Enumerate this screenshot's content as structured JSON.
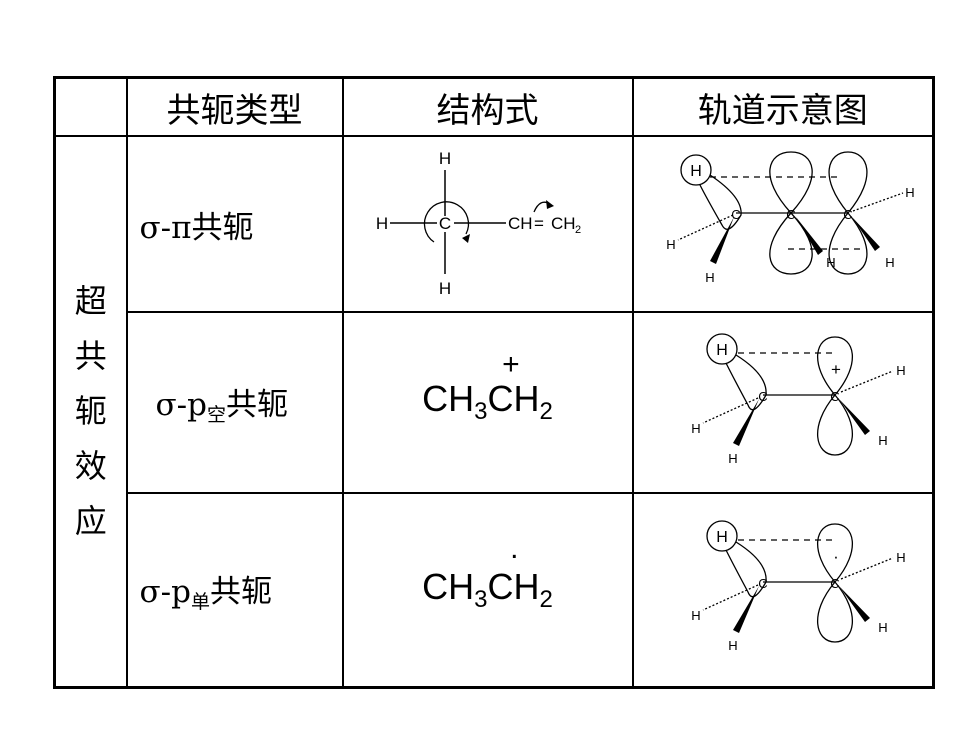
{
  "table": {
    "headers": [
      "共轭类型",
      "结构式",
      "轨道示意图"
    ],
    "side_label_chars": [
      "超",
      "共",
      "轭",
      "效",
      "应"
    ],
    "rows": [
      {
        "type_prefix": "σ-π",
        "type_sub": "",
        "type_suffix": "共轭",
        "structure": {
          "h_top": "H",
          "h_left": "H",
          "c": "C",
          "h_bottom": "H",
          "chain": "CH",
          "eq": "=",
          "ch2": "CH",
          "ch2_sub": "2"
        },
        "orbital_labels": [
          "H",
          "C",
          "C",
          "C",
          "H",
          "H",
          "H",
          "H",
          "H"
        ]
      },
      {
        "type_prefix": "σ-p",
        "type_sub": "空",
        "type_suffix": "共轭",
        "formula": {
          "a": "CH",
          "a_sub": "3",
          "b": "CH",
          "b_sub": "2",
          "mark": "+"
        },
        "orbital_labels": [
          "H",
          "C",
          "C",
          "+",
          "H",
          "H",
          "H",
          "H"
        ]
      },
      {
        "type_prefix": "σ-p",
        "type_sub": "单",
        "type_suffix": "共轭",
        "formula": {
          "a": "CH",
          "a_sub": "3",
          "b": "CH",
          "b_sub": "2",
          "mark": "."
        },
        "orbital_labels": [
          "H",
          "C",
          "C",
          "·",
          "H",
          "H",
          "H",
          "H"
        ]
      }
    ]
  }
}
